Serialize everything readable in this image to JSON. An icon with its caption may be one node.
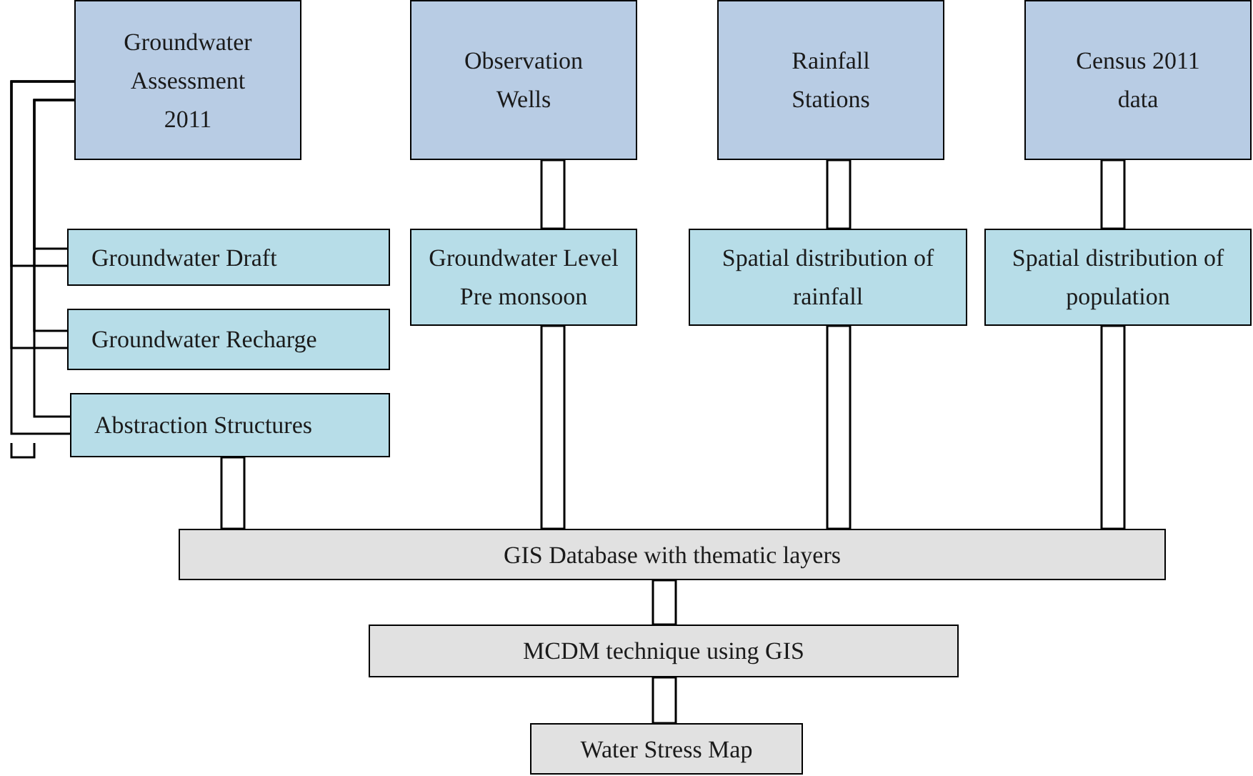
{
  "diagram": {
    "nodes": [
      {
        "text": [
          "Groundwater Assessment 2011"
        ]
      },
      {
        "text": [
          "Observation Wells"
        ]
      },
      {
        "text": [
          "Rainfall Stations"
        ]
      },
      {
        "text": [
          "Census 2011 data"
        ]
      },
      {
        "text": [
          "Groundwater Draft"
        ]
      },
      {
        "text": [
          "Groundwater Recharge"
        ]
      },
      {
        "text": [
          "Abstraction Structures"
        ]
      },
      {
        "text": [
          "Groundwater Level Pre monsoon"
        ]
      },
      {
        "text": [
          "Spatial distribution of rainfall"
        ]
      },
      {
        "text": [
          "Spatial distribution of population"
        ]
      },
      {
        "text": [
          "GIS Database with thematic layers"
        ]
      },
      {
        "text": [
          "MCDM technique using GIS"
        ]
      },
      {
        "text": [
          "Water Stress Map"
        ]
      }
    ],
    "edges": [
      {
        "from": 0,
        "to": 4,
        "arrow": "none"
      },
      {
        "from": 0,
        "to": 5,
        "arrow": "none"
      },
      {
        "from": 0,
        "to": 6,
        "arrow": "none"
      },
      {
        "from": 1,
        "to": 7,
        "arrow": "none"
      },
      {
        "from": 2,
        "to": 8,
        "arrow": "none"
      },
      {
        "from": 3,
        "to": 9,
        "arrow": "none"
      },
      {
        "from": 6,
        "to": 10,
        "arrow": "none"
      },
      {
        "from": 7,
        "to": 10,
        "arrow": "none"
      },
      {
        "from": 8,
        "to": 10,
        "arrow": "none"
      },
      {
        "from": 9,
        "to": 10,
        "arrow": "none"
      },
      {
        "from": 10,
        "to": 11,
        "arrow": "none"
      },
      {
        "from": 11,
        "to": 12,
        "arrow": "none"
      }
    ]
  }
}
